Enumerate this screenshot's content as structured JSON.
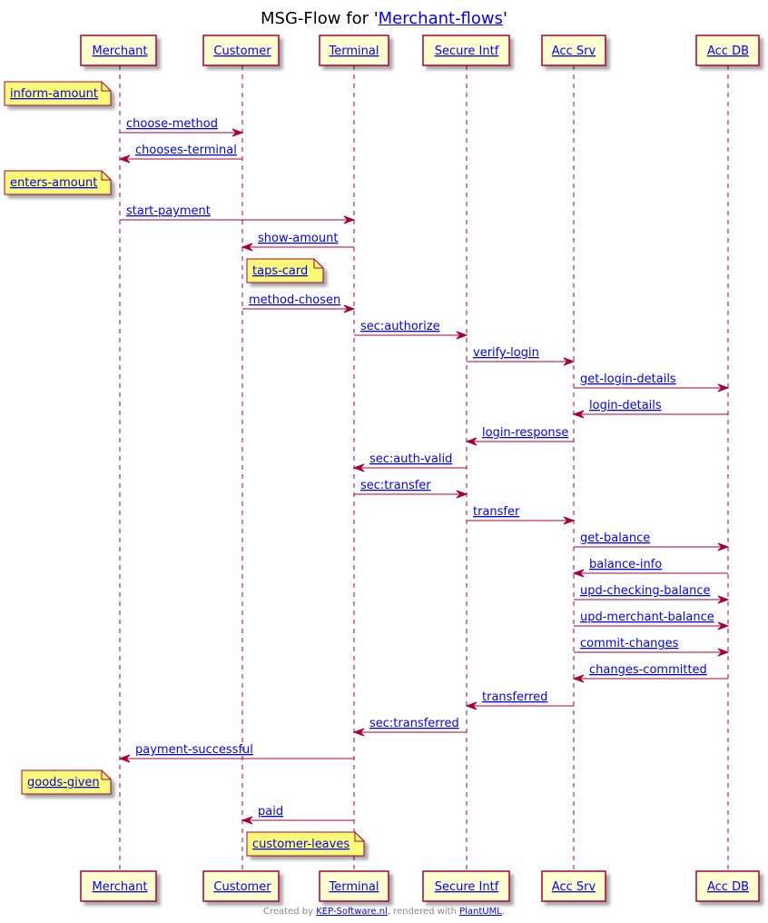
{
  "title": {
    "prefix": "MSG-Flow for '",
    "link": "Merchant-flows",
    "suffix": "'"
  },
  "colors": {
    "line": "#A80036",
    "participant_fill": "#FEFECE",
    "note_fill": "#FBFB77",
    "link": "#0000FF"
  },
  "participants": [
    "Merchant",
    "Customer",
    "Terminal",
    "Secure Intf",
    "Acc Srv",
    "Acc DB"
  ],
  "rows": [
    {
      "type": "note",
      "over": "Merchant",
      "side": "left",
      "label": "inform-amount"
    },
    {
      "type": "message",
      "from": "Merchant",
      "to": "Customer",
      "label": "choose-method"
    },
    {
      "type": "message",
      "from": "Customer",
      "to": "Merchant",
      "label": "chooses-terminal"
    },
    {
      "type": "note",
      "over": "Merchant",
      "side": "left",
      "label": "enters-amount"
    },
    {
      "type": "message",
      "from": "Merchant",
      "to": "Terminal",
      "label": "start-payment"
    },
    {
      "type": "message",
      "from": "Terminal",
      "to": "Customer",
      "label": "show-amount"
    },
    {
      "type": "note",
      "over": "Customer",
      "side": "right",
      "label": "taps-card"
    },
    {
      "type": "message",
      "from": "Customer",
      "to": "Terminal",
      "label": "method-chosen"
    },
    {
      "type": "message",
      "from": "Terminal",
      "to": "Secure Intf",
      "label": "sec:authorize"
    },
    {
      "type": "message",
      "from": "Secure Intf",
      "to": "Acc Srv",
      "label": "verify-login"
    },
    {
      "type": "message",
      "from": "Acc Srv",
      "to": "Acc DB",
      "label": "get-login-details"
    },
    {
      "type": "message",
      "from": "Acc DB",
      "to": "Acc Srv",
      "label": "login-details"
    },
    {
      "type": "message",
      "from": "Acc Srv",
      "to": "Secure Intf",
      "label": "login-response"
    },
    {
      "type": "message",
      "from": "Secure Intf",
      "to": "Terminal",
      "label": "sec:auth-valid"
    },
    {
      "type": "message",
      "from": "Terminal",
      "to": "Secure Intf",
      "label": "sec:transfer"
    },
    {
      "type": "message",
      "from": "Secure Intf",
      "to": "Acc Srv",
      "label": "transfer"
    },
    {
      "type": "message",
      "from": "Acc Srv",
      "to": "Acc DB",
      "label": "get-balance"
    },
    {
      "type": "message",
      "from": "Acc DB",
      "to": "Acc Srv",
      "label": "balance-info"
    },
    {
      "type": "message",
      "from": "Acc Srv",
      "to": "Acc DB",
      "label": "upd-checking-balance"
    },
    {
      "type": "message",
      "from": "Acc Srv",
      "to": "Acc DB",
      "label": "upd-merchant-balance"
    },
    {
      "type": "message",
      "from": "Acc Srv",
      "to": "Acc DB",
      "label": "commit-changes"
    },
    {
      "type": "message",
      "from": "Acc DB",
      "to": "Acc Srv",
      "label": "changes-committed"
    },
    {
      "type": "message",
      "from": "Acc Srv",
      "to": "Secure Intf",
      "label": "transferred"
    },
    {
      "type": "message",
      "from": "Secure Intf",
      "to": "Terminal",
      "label": "sec:transferred"
    },
    {
      "type": "message",
      "from": "Terminal",
      "to": "Merchant",
      "label": "payment-successful"
    },
    {
      "type": "note",
      "over": "Merchant",
      "side": "left",
      "label": "goods-given"
    },
    {
      "type": "message",
      "from": "Terminal",
      "to": "Customer",
      "label": "paid"
    },
    {
      "type": "note",
      "over": "Customer",
      "side": "right",
      "label": "customer-leaves"
    }
  ],
  "footer": {
    "prefix": "Created by ",
    "link1": "KEP-Software.nl",
    "middle": ", rendered with ",
    "link2": "PlantUML",
    "suffix": "."
  }
}
